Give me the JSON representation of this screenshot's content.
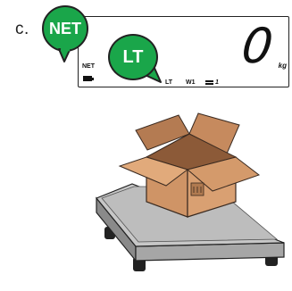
{
  "step": {
    "letter": "c."
  },
  "display": {
    "net_label": "NET",
    "lt_label": "LT",
    "w1_label": "W1",
    "stable_label": "1",
    "weight_value": "0",
    "unit": "kg"
  },
  "callouts": {
    "net": "NET",
    "lt": "LT"
  },
  "colors": {
    "callout_green": "#1aa64a",
    "box_tan": "#cf9466",
    "platform_gray": "#bdbdbd"
  },
  "icons": [
    "battery-icon",
    "stability-icon",
    "package-box-icon",
    "platform-scale-icon"
  ]
}
